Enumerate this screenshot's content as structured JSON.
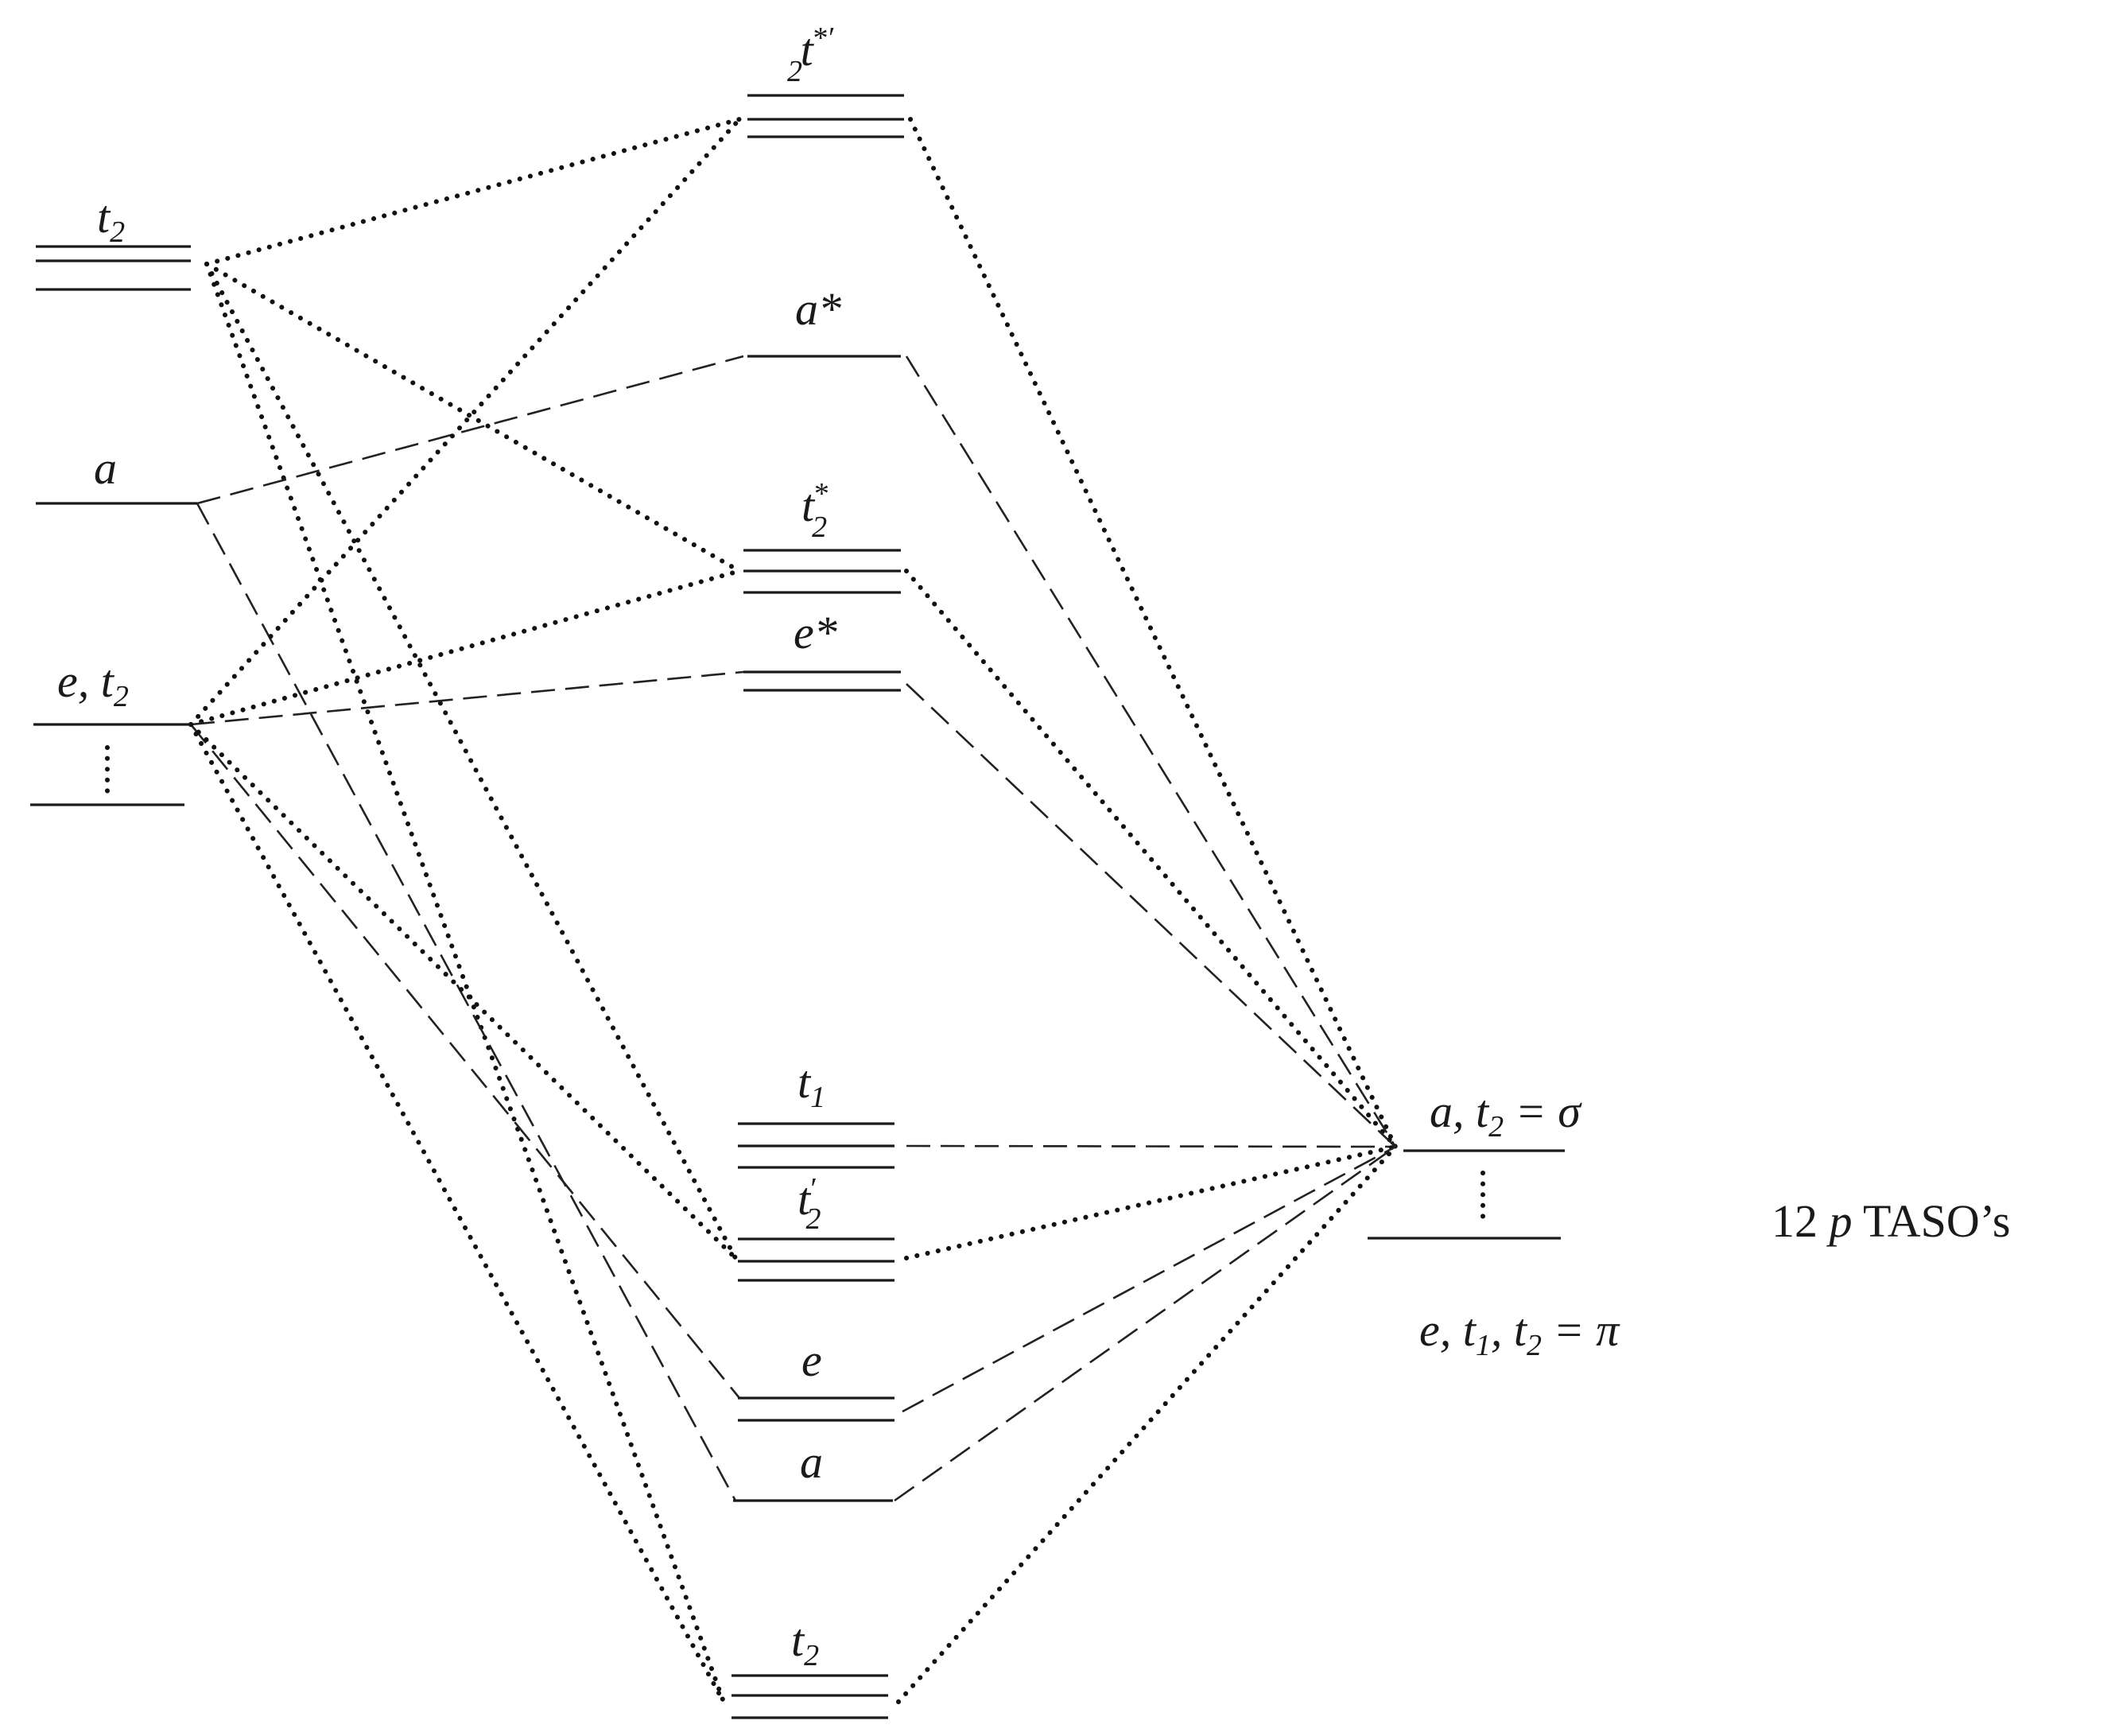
{
  "left_levels": {
    "t2": {
      "base": "t",
      "sub": "2"
    },
    "a": "a",
    "e_t2": {
      "base": "e, t",
      "sub": "2"
    }
  },
  "middle_levels": {
    "t2_star_prime": {
      "base": "t",
      "sub": "2",
      "sup": "*′"
    },
    "a_star": "a*",
    "t2_star": {
      "base": "t",
      "sub": "2",
      "sup": "*"
    },
    "e_star": "e*",
    "t1": {
      "base": "t",
      "sub": "1"
    },
    "t2_prime": {
      "base": "t",
      "sub": "2",
      "sup": "′"
    },
    "e": "e",
    "a": "a",
    "t2": {
      "base": "t",
      "sub": "2"
    }
  },
  "right_levels": {
    "sigma": {
      "p1": "a, t",
      "sub": "2",
      "p2": " = σ"
    },
    "pi": {
      "p1": "e, t",
      "sub1": "1",
      "p2": ", t",
      "sub2": "2",
      "p3": " = π"
    }
  },
  "taso_label": {
    "num": "12 ",
    "var": "p",
    "rest": " TASO’s"
  },
  "colors": {
    "line": "#1a1a1a",
    "background": "#ffffff"
  }
}
